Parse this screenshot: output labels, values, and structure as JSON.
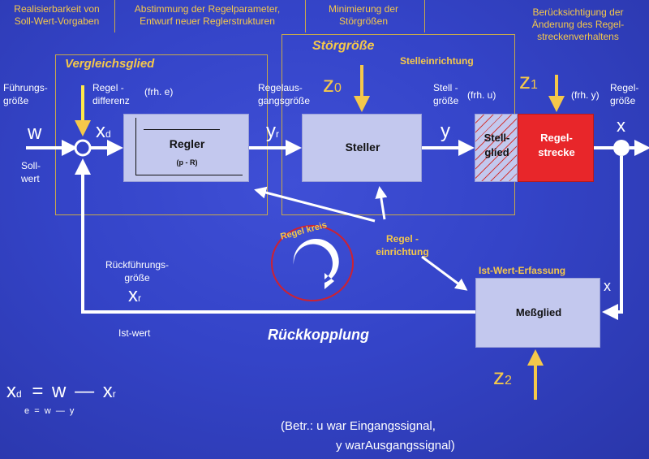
{
  "headers": {
    "h1": "Realisierbarkeit von\nSoll-Wert-Vorgaben",
    "h2": "Abstimmung der Regelparameter,\nEntwurf neuer Reglerstrukturen",
    "h3": "Minimierung der\nStörgrößen",
    "h4": "Berücksichtigung der\nÄnderung des Regel-\nstreckenverhaltens"
  },
  "labels": {
    "vergleichsglied": "Vergleichsglied",
    "stoergroesse": "Störgröße",
    "stelleinrichtung": "Stelleinrichtung",
    "fuehrungsgroesse": "Führungs-\ngröße",
    "regeldifferenz": "Regel -\ndifferenz",
    "frh_e": "(frh. e)",
    "regelausgangsgroesse": "Regelaus-\ngangsgröße",
    "stellgroesse": "Stell -\ngröße",
    "frh_u": "(frh. u)",
    "frh_y": "(frh. y)",
    "regelgroesse": "Regel-\ngröße",
    "w": "w",
    "xd_main": "x",
    "xd_sub": "d",
    "yr_main": "y",
    "yr_sub": "r",
    "y": "y",
    "x_right": "x",
    "x_mess": "x",
    "z0_main": "z",
    "z0_sub": "0",
    "z1_main": "z",
    "z1_sub": "1",
    "z2_main": "z",
    "z2_sub": "2",
    "sollwert": "Soll-\nwert",
    "regler": "Regler",
    "regler_sub": "(p - R)",
    "steller": "Steller",
    "stellglied": "Stell-\nglied",
    "regelstrecke": "Regel-\nstrecke",
    "messglied": "Meßglied",
    "ist_wert_erfassung": "Ist-Wert-Erfassung",
    "regeleinrichtung": "Regel -\neinrichtung",
    "regelkreis": "Regel kreis",
    "rueckfuehrungsgroesse": "Rückführungs-\ngröße",
    "xr_main": "x",
    "xr_sub": "r",
    "istwert": "Ist-wert",
    "rueckkopplung": "Rückkopplung"
  },
  "formula": {
    "line1_a": "x",
    "line1_a_sub": "d",
    "line1_eq": "=",
    "line1_w": "w",
    "line1_minus": "—",
    "line1_x": "x",
    "line1_x_sub": "r",
    "line2": "e  =  w  —  y"
  },
  "note": {
    "line1": "(Betr.: u war Eingangssignal,",
    "line2": "y warAusgangssignal)"
  },
  "colors": {
    "background": "#3444c8",
    "accent_yellow": "#f5c84a",
    "block_fill": "#c3c8ee",
    "strecke_red": "#e8262a",
    "circle_red": "#cc2233"
  }
}
